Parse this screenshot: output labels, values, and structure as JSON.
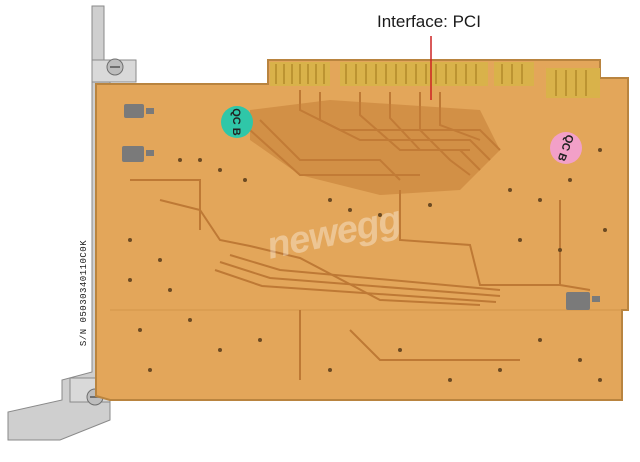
{
  "callout": {
    "label": "Interface: PCI"
  },
  "stickers": {
    "green": "QC B",
    "pink": "QC B"
  },
  "serial": "S/N 05030340110C0K",
  "watermark": "newegg",
  "colors": {
    "pcb": "#e3a65a",
    "pcb_shadow": "#c98a3f",
    "gold": "#d9b24a",
    "bracket": "#c8c8c8",
    "sticker_green": "#2fc7a8",
    "sticker_pink": "#f2a0c8"
  }
}
